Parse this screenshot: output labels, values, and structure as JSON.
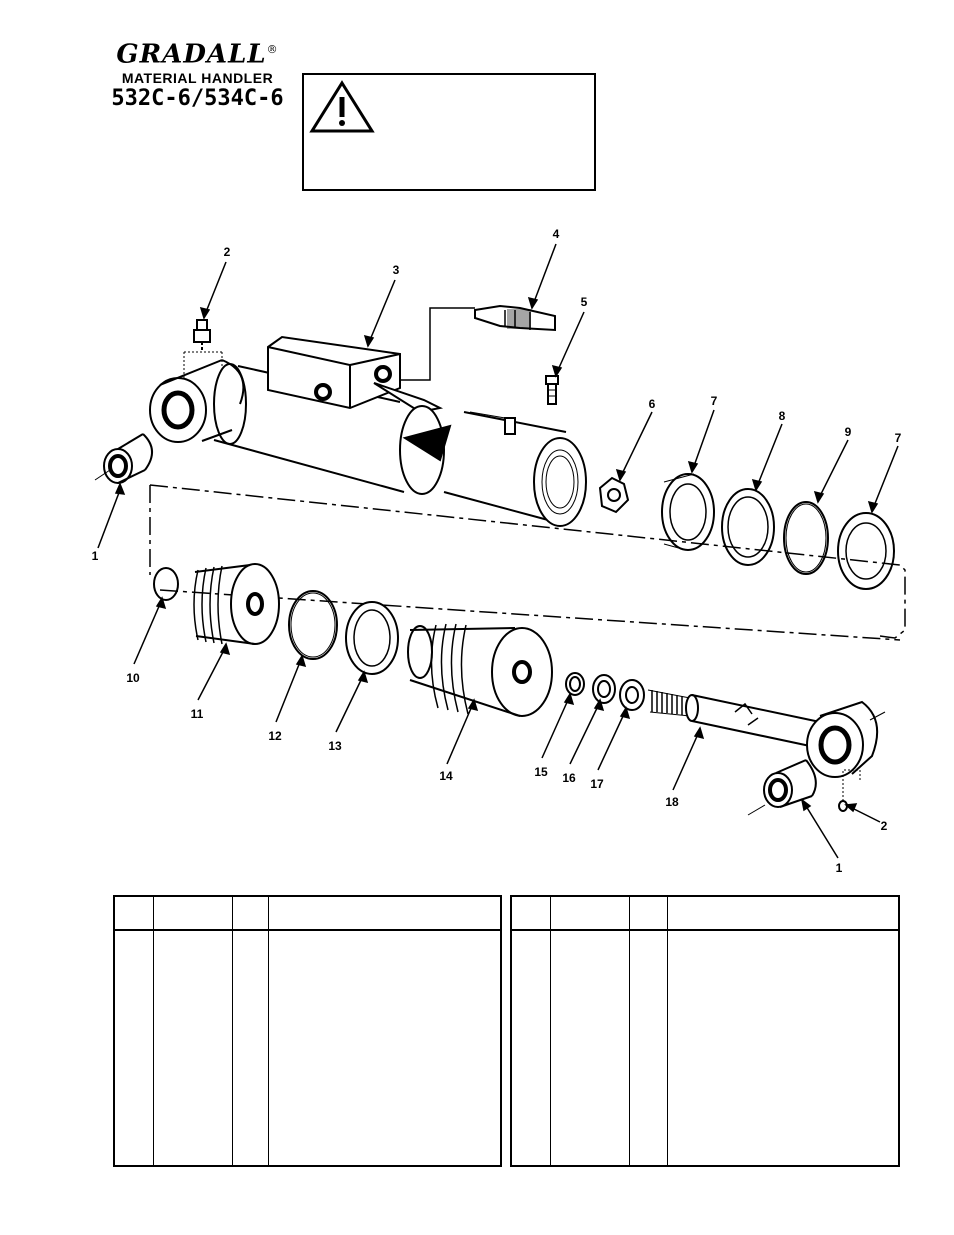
{
  "header": {
    "brand": "GRADALL",
    "registered_mark": "®",
    "subtitle": "MATERIAL HANDLER",
    "model": "532C-6/534C-6"
  },
  "warning_box": {
    "icon": "warning-triangle-icon"
  },
  "diagram": {
    "callouts": [
      "1",
      "2",
      "3",
      "4",
      "5",
      "6",
      "7",
      "8",
      "9",
      "7",
      "10",
      "11",
      "12",
      "13",
      "14",
      "15",
      "16",
      "17",
      "18",
      "1",
      "2"
    ]
  },
  "parts_tables": {
    "columns": [
      "",
      "",
      "",
      ""
    ],
    "left_rows": [],
    "right_rows": []
  }
}
